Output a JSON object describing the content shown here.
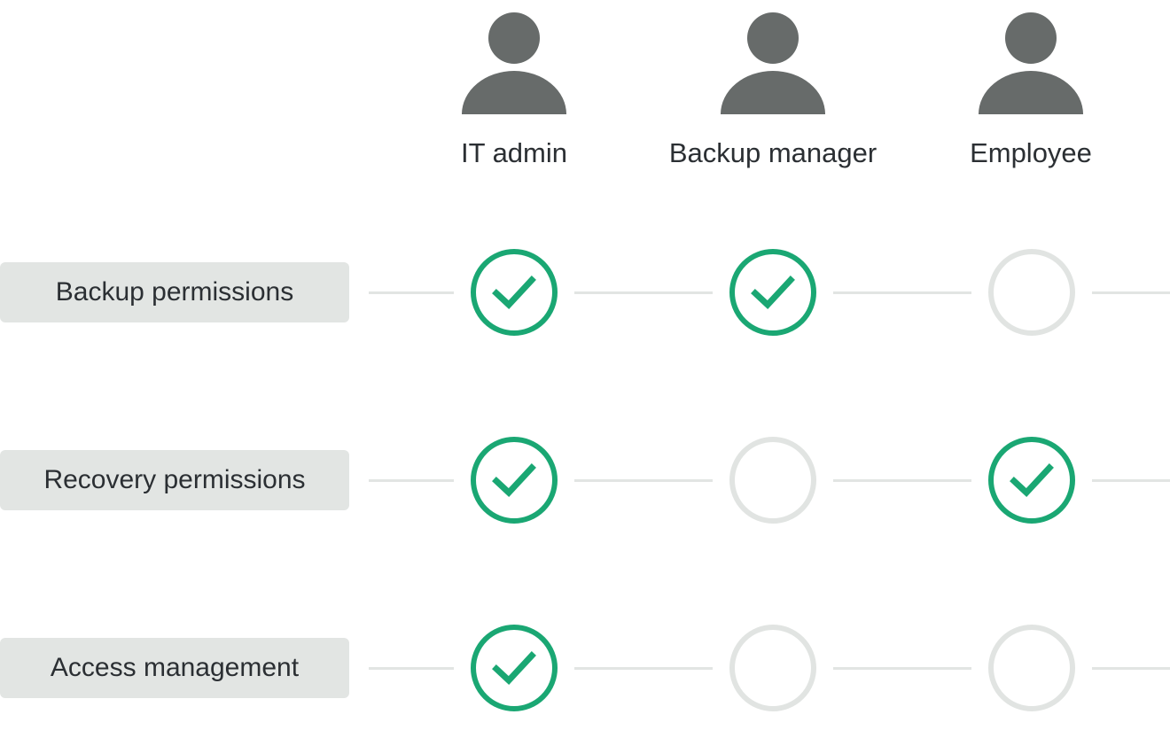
{
  "colors": {
    "avatar": "#676b6a",
    "check": "#1aa773",
    "empty": "#e1e4e2",
    "label_bg": "#e2e5e3",
    "text": "#2b2f33"
  },
  "roles": [
    {
      "label": "IT admin",
      "icon": "user-icon"
    },
    {
      "label": "Backup manager",
      "icon": "user-icon"
    },
    {
      "label": "Employee",
      "icon": "user-icon"
    }
  ],
  "permissions": [
    {
      "label": "Backup permissions",
      "granted": [
        true,
        true,
        false
      ]
    },
    {
      "label": "Recovery permissions",
      "granted": [
        true,
        false,
        true
      ]
    },
    {
      "label": "Access management",
      "granted": [
        true,
        false,
        false
      ]
    }
  ]
}
